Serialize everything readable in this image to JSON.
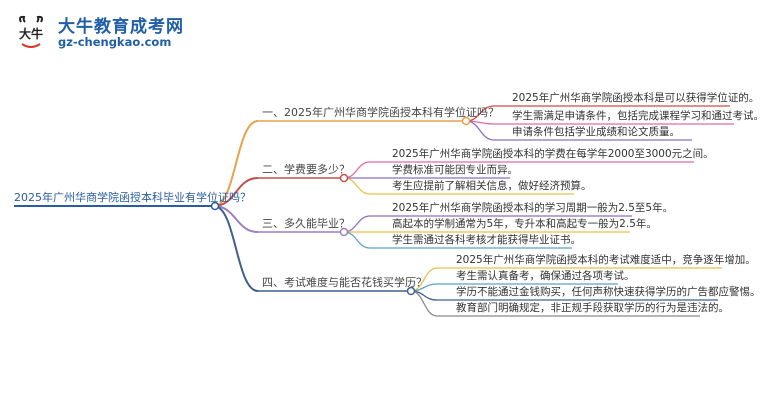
{
  "brand": {
    "name": "大牛教育成考网",
    "url": "gz-chengkao.com",
    "logo_icon": "bull-head-logo-icon",
    "logo_text": "大牛"
  },
  "colors": {
    "root": "#2a5d9f",
    "branch1": "#e8a24a",
    "branch2": "#c0504d",
    "branch3": "#9b7fc0",
    "branch4": "#3f5f8f",
    "leaf_red": "#d24a4a",
    "leaf_pink": "#e26aa8",
    "leaf_purple": "#8d6fbf",
    "leaf_yellow": "#e7c24a",
    "leaf_blue": "#5aa1c9",
    "leaf_gray": "#8a8a8a"
  },
  "mindmap": {
    "root": "2025年广州华商学院函授本科毕业有学位证吗？",
    "branches": [
      {
        "label": "一、2025年广州华商学院函授本科有学位证吗？",
        "leaves": [
          "2025年广州华商学院函授本科是可以获得学位证的。",
          "学生需满足申请条件，包括完成课程学习和通过考试。",
          "申请条件包括学业成绩和论文质量。"
        ]
      },
      {
        "label": "二、学费要多少？",
        "leaves": [
          "2025年广州华商学院函授本科的学费在每学年2000至3000元之间。",
          "学费标准可能因专业而异。",
          "考生应提前了解相关信息，做好经济预算。"
        ]
      },
      {
        "label": "三、多久能毕业？",
        "leaves": [
          "2025年广州华商学院函授本科的学习周期一般为2.5至5年。",
          "高起本的学制通常为5年，专升本和高起专一般为2.5年。",
          "学生需通过各科考核才能获得毕业证书。"
        ]
      },
      {
        "label": "四、考试难度与能否花钱买学历？",
        "leaves": [
          "2025年广州华商学院函授本科的考试难度适中，竞争逐年增加。",
          "考生需认真备考，确保通过各项考试。",
          "学历不能通过金钱购买，任何声称快速获得学历的广告都应警惕。",
          "教育部门明确规定，非正规手段获取学历的行为是违法的。"
        ]
      }
    ]
  }
}
